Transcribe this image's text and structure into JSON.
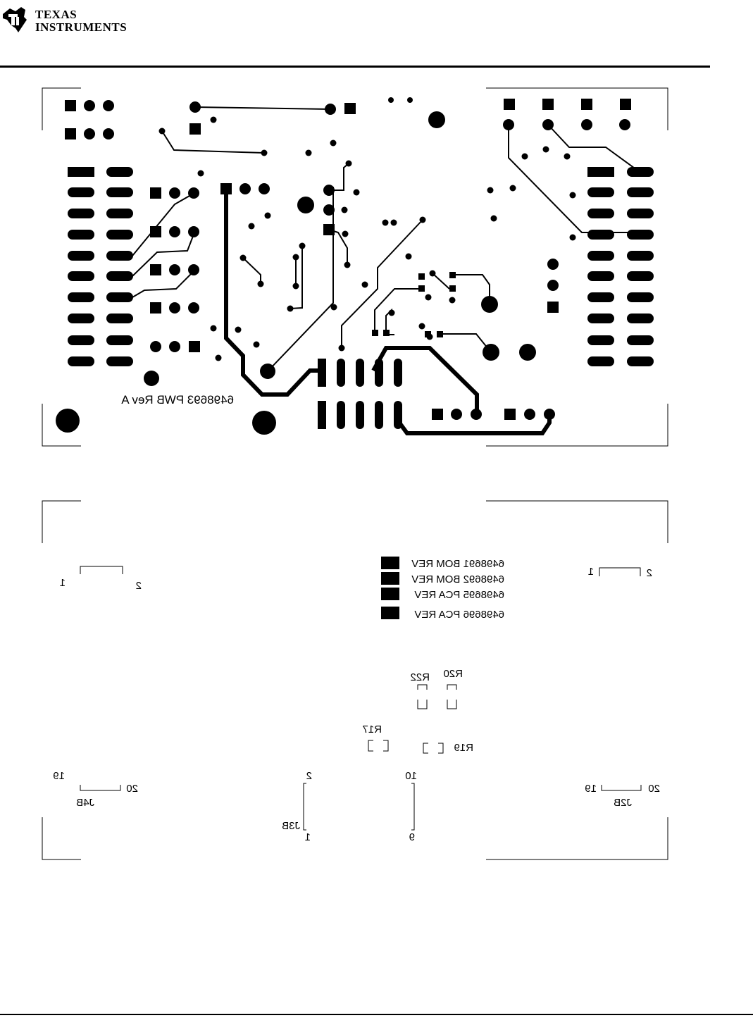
{
  "header": {
    "logo_line1": "Texas",
    "logo_line2": "Instruments"
  },
  "bottom_layer": {
    "pwb_label": "6498693 PWB Rev A"
  },
  "silk_layer": {
    "bom_labels": [
      "6498691 BOM REV",
      "6498692 BOM REV",
      "6498695 PCA REV",
      "6498696 PCA REV"
    ],
    "left_top_connector": {
      "pin_a": "1",
      "pin_b": "2"
    },
    "right_top_connector": {
      "pin_a": "1",
      "pin_b": "2"
    },
    "resistors": {
      "r20": "R20",
      "r22": "R22",
      "r17": "R17",
      "r19": "R19"
    },
    "j4b": {
      "pin_a": "19",
      "pin_b": "20",
      "name": "J4B"
    },
    "j3b": {
      "pin_a": "2",
      "pin_b": "1",
      "name": "J3B",
      "pin_c": "10",
      "pin_d": "9"
    },
    "j2b": {
      "pin_a": "19",
      "pin_b": "20",
      "name": "J2B"
    }
  },
  "colors": {
    "ink": "#000000",
    "paper": "#ffffff"
  }
}
